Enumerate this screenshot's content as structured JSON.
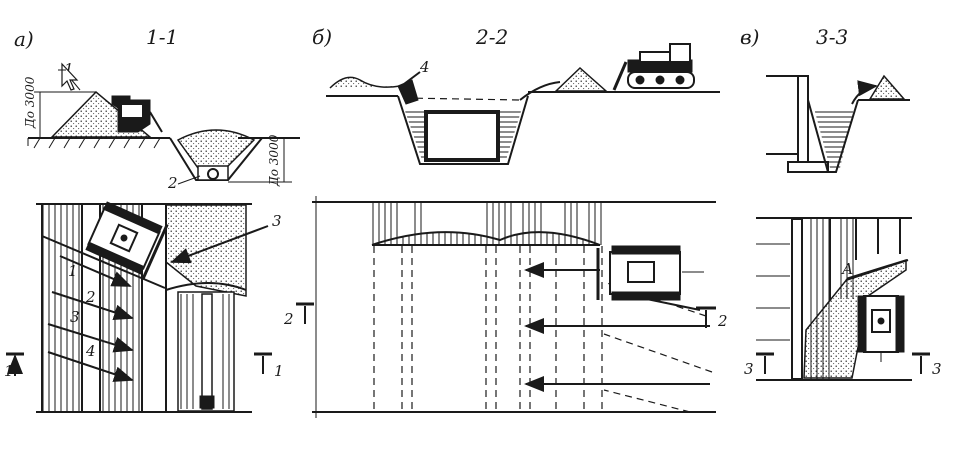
{
  "panels": {
    "a": {
      "letter": "а)",
      "section_title": "1-1",
      "dim_left": "До 3000",
      "dim_right": "До 3000",
      "callouts": [
        "1",
        "2",
        "3"
      ],
      "passes": [
        "1",
        "2",
        "3",
        "4"
      ],
      "section_marks": [
        "1",
        "1"
      ]
    },
    "b": {
      "letter": "б)",
      "section_title": "2-2",
      "callouts": [
        "4"
      ],
      "section_marks": [
        "2",
        "2"
      ]
    },
    "c": {
      "letter": "в)",
      "section_title": "3-3",
      "callouts": [
        "А"
      ],
      "section_marks": [
        "3",
        "3"
      ]
    }
  },
  "colors": {
    "ink": "#1a1a1a",
    "paper": "#ffffff"
  }
}
